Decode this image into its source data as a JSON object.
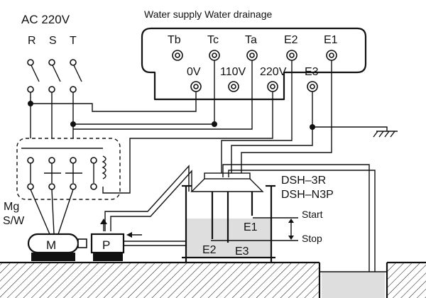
{
  "supply": {
    "label": "AC 220V",
    "phases": [
      "R",
      "S",
      "T"
    ]
  },
  "relay_header": "Water supply  Water drainage",
  "terminals_top": [
    "Tb",
    "Tc",
    "Ta",
    "E2",
    "E1"
  ],
  "terminals_bottom": [
    "0V",
    "110V",
    "220V",
    "E3"
  ],
  "contactor_label": [
    "Mg",
    "S/W"
  ],
  "motor_label": "M",
  "pump_label": "P",
  "model_names": [
    "DSH–3R",
    "DSH–N3P"
  ],
  "levels": {
    "start": "Start",
    "stop": "Stop"
  },
  "electrodes": [
    "E1",
    "E2",
    "E3"
  ]
}
